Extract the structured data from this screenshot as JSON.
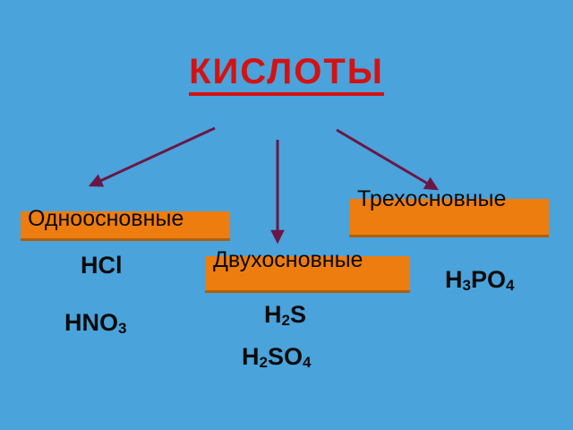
{
  "slide": {
    "background_color": "#4aa3db",
    "title": "КИСЛОТЫ",
    "title_color": "#d41212"
  },
  "theme": {
    "box_fill": "#ed7d0f",
    "box_shadow": "#b25f0a",
    "text_color": "#0b0b0b",
    "arrow_color": "#6b1746"
  },
  "categories": [
    {
      "id": "monobasic",
      "label": "Одноосновные",
      "formulas": [
        {
          "base": "HCl",
          "sub": ""
        },
        {
          "base": "HNO",
          "sub": "3"
        }
      ]
    },
    {
      "id": "dibasic",
      "label": "Двухосновные",
      "formulas": [
        {
          "base": "H",
          "sub": "2",
          "tail": "S"
        },
        {
          "base": "H",
          "sub": "2",
          "tail": "SO",
          "sub2": "4"
        }
      ]
    },
    {
      "id": "tribasic",
      "label": "Трехосновные",
      "formulas": [
        {
          "base": "H",
          "sub": "3",
          "tail": "PO",
          "sub2": "4"
        }
      ]
    }
  ],
  "formulas": {
    "hcl": "HCl",
    "hno3_base": "HNO",
    "hno3_sub": "3",
    "h2s_h": "H",
    "h2s_sub": "2",
    "h2s_tail": "S",
    "h2so4_h": "H",
    "h2so4_sub1": "2",
    "h2so4_mid": "SO",
    "h2so4_sub2": "4",
    "h3po4_h": "H",
    "h3po4_sub1": "3",
    "h3po4_mid": "PO",
    "h3po4_sub2": "4"
  },
  "arrows": [
    {
      "name": "arrow-to-monobasic",
      "from": [
        240,
        143
      ],
      "to": [
        99,
        208
      ]
    },
    {
      "name": "arrow-to-dibasic",
      "from": [
        310,
        156
      ],
      "to": [
        310,
        272
      ]
    },
    {
      "name": "arrow-to-tribasic",
      "from": [
        376,
        145
      ],
      "to": [
        490,
        213
      ]
    }
  ]
}
